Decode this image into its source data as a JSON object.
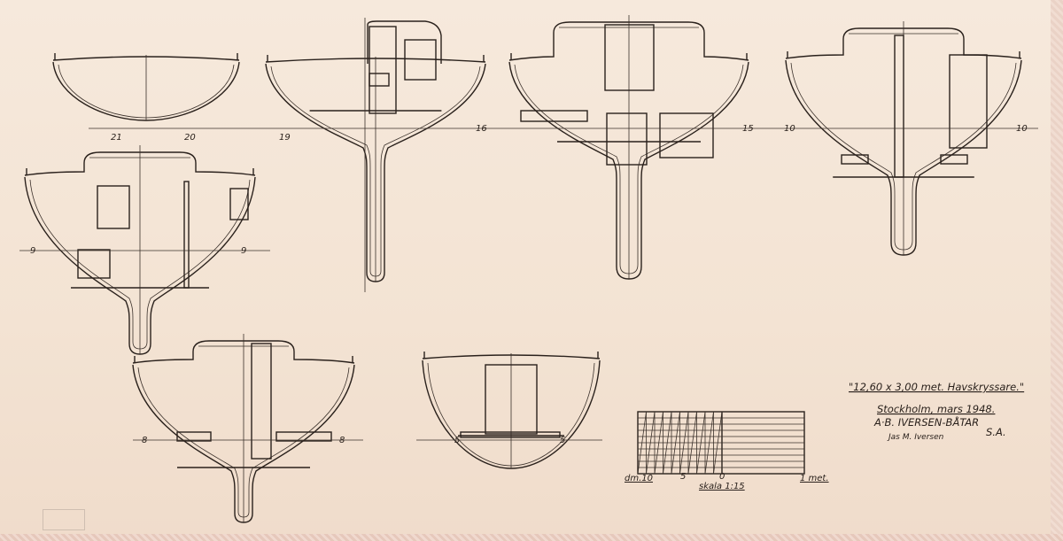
{
  "sections": [
    {
      "id": "s21-20",
      "left_label": "21",
      "right_label": "20"
    },
    {
      "id": "s19-16",
      "left_label": "19",
      "right_label": "16"
    },
    {
      "id": "s15",
      "left_label": "",
      "right_label": "15"
    },
    {
      "id": "s10",
      "left_label": "10",
      "right_label": "10"
    },
    {
      "id": "s9",
      "left_label": "9",
      "right_label": "9"
    },
    {
      "id": "s8",
      "left_label": "8",
      "right_label": "8"
    },
    {
      "id": "s5",
      "left_label": "5",
      "right_label": "5"
    }
  ],
  "title_block": {
    "title": "\"12,60 x 3,00 met. Havskryssare.\"",
    "place_date": "Stockholm, mars 1948.",
    "company": "A·B. IVERSEN-BÅTAR",
    "company_suffix": "S.A.",
    "signature": "Jas M. Iversen"
  },
  "scale_bar": {
    "left_label": "dm.10",
    "mid_label": "5",
    "zero_label": "0",
    "right_label": "1 met.",
    "caption": "skala 1:15"
  },
  "colors": {
    "paper": "#f3e3d3",
    "ink": "#2a211c"
  }
}
